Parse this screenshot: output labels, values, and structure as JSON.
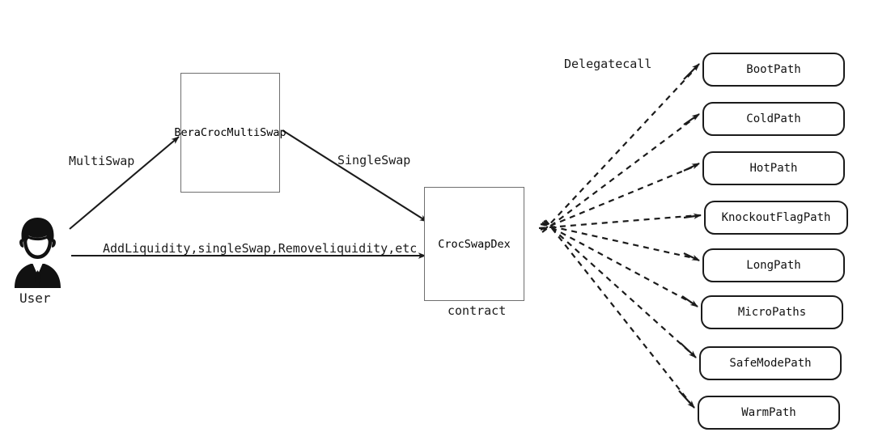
{
  "diagram": {
    "title": "CrocSwapDex delegatecall architecture",
    "background": "#ffffff",
    "stroke": "#1b1b1b",
    "box_stroke": "#6f6f6f",
    "actor": {
      "icon": "user-icon",
      "label": "User"
    },
    "nodes": [
      {
        "id": "bera",
        "label": "BeraCrocMultiSwap"
      },
      {
        "id": "croc",
        "label": "CrocSwapDex",
        "caption": "contract"
      }
    ],
    "edges": [
      {
        "id": "multiswap",
        "label": "MultiSwap",
        "from": "User",
        "to": "BeraCrocMultiSwap",
        "style": "solid"
      },
      {
        "id": "singleswap",
        "label": "SingleSwap",
        "from": "BeraCrocMultiSwap",
        "to": "CrocSwapDex",
        "style": "solid"
      },
      {
        "id": "direct",
        "label": "AddLiquidity,singleSwap,Removeliquidity,etc",
        "from": "User",
        "to": "CrocSwapDex",
        "style": "solid"
      },
      {
        "id": "delegate",
        "label": "Delegatecall",
        "from": "CrocSwapDex",
        "to": "paths",
        "style": "dashed"
      }
    ],
    "paths": [
      {
        "label": "BootPath"
      },
      {
        "label": "ColdPath"
      },
      {
        "label": "HotPath"
      },
      {
        "label": "KnockoutFlagPath"
      },
      {
        "label": "LongPath"
      },
      {
        "label": "MicroPaths"
      },
      {
        "label": "SafeModePath"
      },
      {
        "label": "WarmPath"
      }
    ]
  }
}
